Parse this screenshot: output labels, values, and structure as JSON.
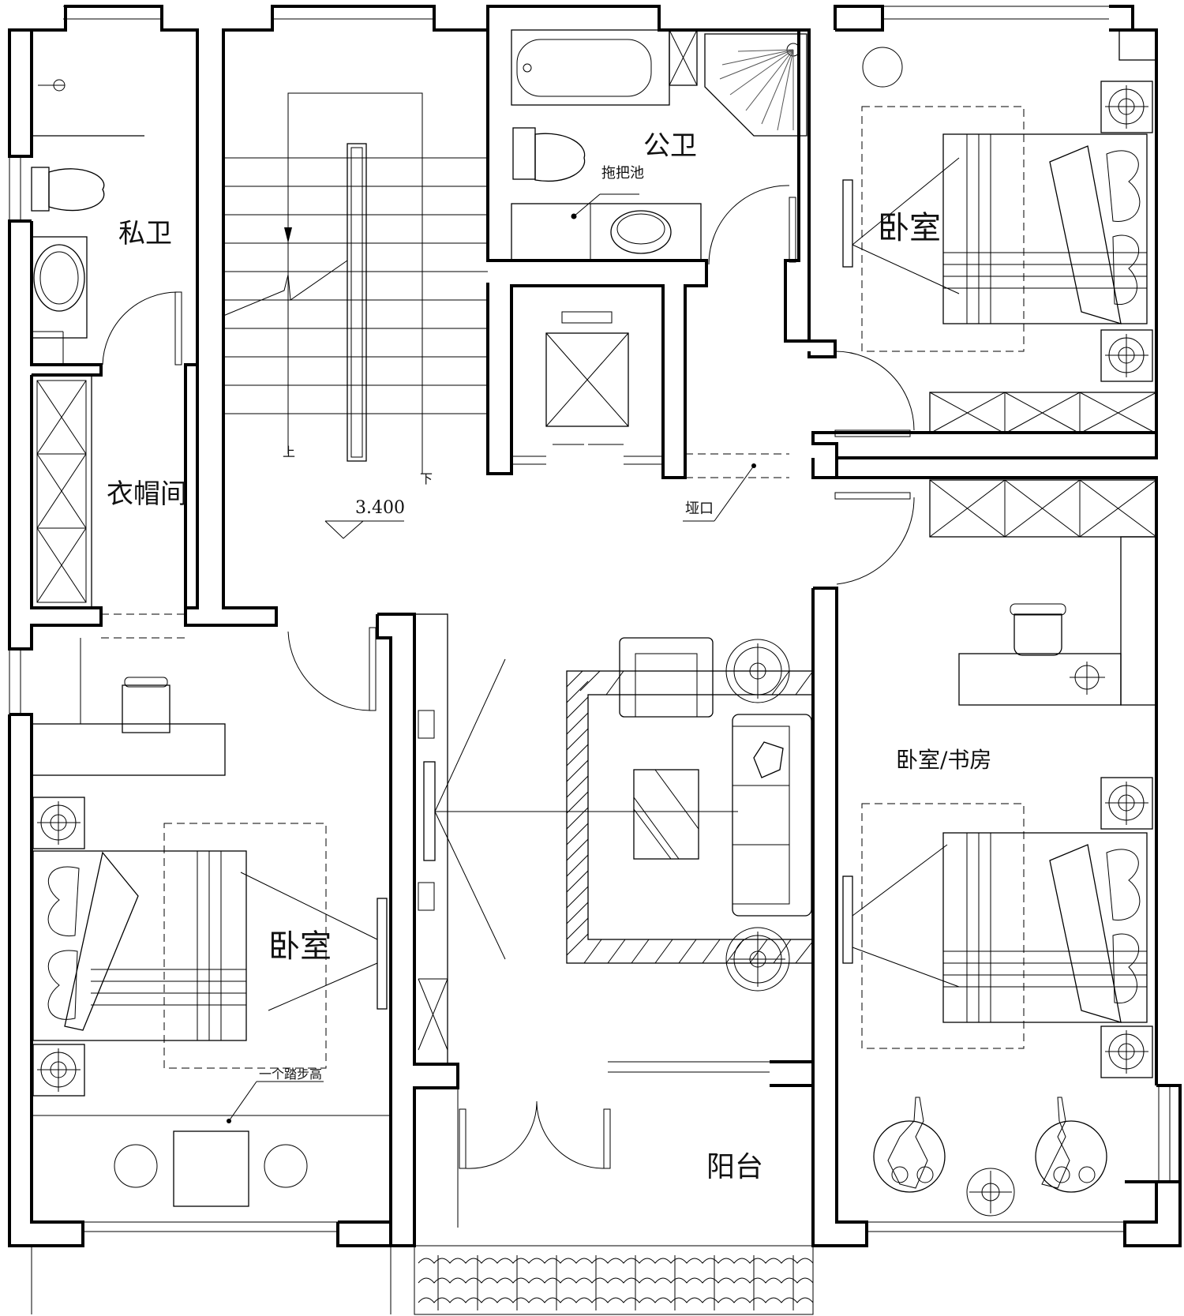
{
  "rooms": {
    "private_bath": "私卫",
    "cloakroom": "衣帽间",
    "public_bath": "公卫",
    "mop_sink": "拖把池",
    "bedroom_ne": "卧室",
    "bedroom_w": "卧室",
    "bedroom_study": "卧室/书房",
    "balcony": "阳台",
    "pass_mouth": "垭口"
  },
  "stair": {
    "up": "上",
    "down": "下"
  },
  "elevation": "3.400",
  "notes": {
    "step_height": "一个踏步高"
  },
  "colors": {
    "line": "#000000",
    "background": "#ffffff"
  }
}
